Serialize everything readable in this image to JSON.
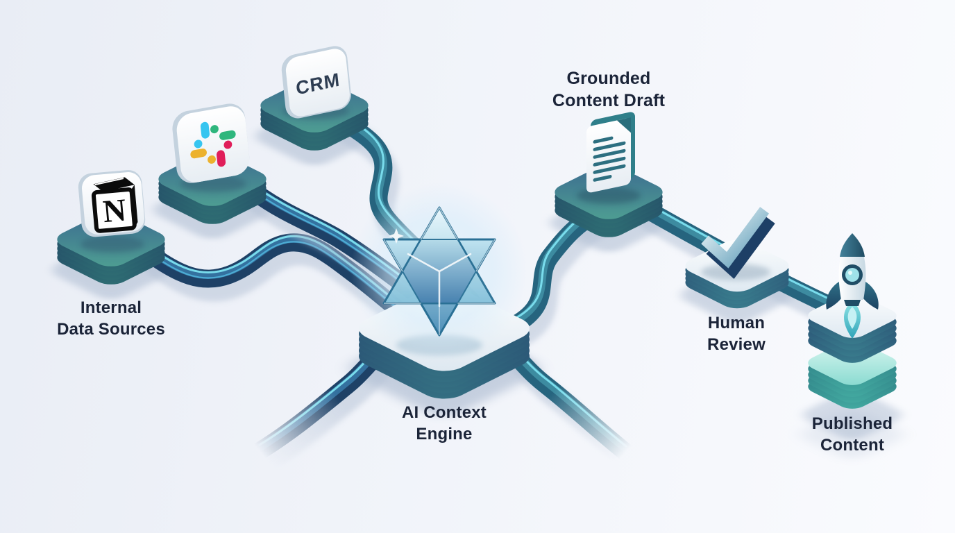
{
  "diagram": {
    "type": "isometric-flow",
    "flow_order": [
      "internal-data-sources",
      "ai-context-engine",
      "grounded-content-draft",
      "human-review",
      "published-content"
    ]
  },
  "nodes": {
    "internal": {
      "line1": "Internal",
      "line2": "Data Sources"
    },
    "engine": {
      "line1": "AI Context",
      "line2": "Engine"
    },
    "draft": {
      "line1": "Grounded",
      "line2": "Content Draft"
    },
    "review": {
      "line1": "Human",
      "line2": "Review"
    },
    "published": {
      "line1": "Published",
      "line2": "Content"
    }
  },
  "icons": {
    "crm_label": "CRM",
    "notion_letter": "N",
    "source_icons": [
      "notion-icon",
      "slack-icon",
      "crm-tile"
    ],
    "engine_icon": "crystal-star-icon",
    "draft_icon": "document-icon",
    "review_icon": "checkmark-icon",
    "published_icon": "rocket-icon"
  },
  "palette": {
    "background_left": "#e9edf5",
    "background_right": "#fafbfe",
    "platform_top_blue": "#3a6890",
    "platform_top_teal": "#4fa092",
    "platform_side_navy": "#1d3b60",
    "platform_white_top": "#fbfdfe",
    "platform_mint_top": "#d8f7f0",
    "pipe_navy": "#1e4166",
    "pipe_cyan": "#79dcec",
    "label_text": "#1b2438",
    "crystal_light": "#e8f7fb",
    "crystal_deep": "#4e90b6",
    "slack_blue": "#36C5F0",
    "slack_green": "#2EB67D",
    "slack_red": "#E01E5A",
    "slack_yellow": "#ECB22E"
  }
}
